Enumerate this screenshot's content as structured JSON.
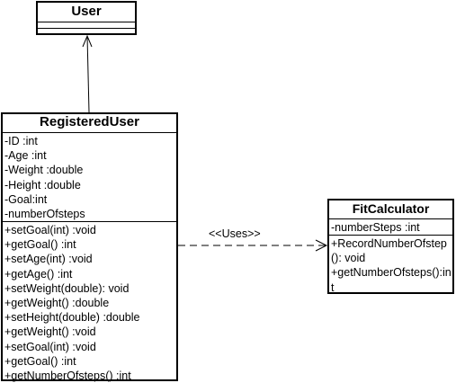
{
  "classes": {
    "user": {
      "name": "User"
    },
    "registered_user": {
      "name": "RegisteredUser",
      "attributes": [
        "-ID :int",
        "-Age :int",
        "-Weight :double",
        "-Height :double",
        "-Goal:int",
        "-numberOfsteps"
      ],
      "operations": [
        "+setGoal(int) :void",
        "+getGoal() :int",
        "+setAge(int) :void",
        "+getAge() :int",
        "+setWeight(double): void",
        "+getWeight() :double",
        "+setHeight(double) :double",
        "+getWeight() :void",
        "+setGoal(int) :void",
        "+getGoal() :int",
        "+getNumberOfsteps() :int"
      ]
    },
    "fit_calculator": {
      "name": "FitCalculator",
      "attributes": [
        "-numberSteps :int"
      ],
      "operations": [
        "+RecordNumberOfstep(): void",
        "+getNumberOfsteps():int"
      ]
    }
  },
  "relations": {
    "uses_label": "<<Uses>>"
  }
}
